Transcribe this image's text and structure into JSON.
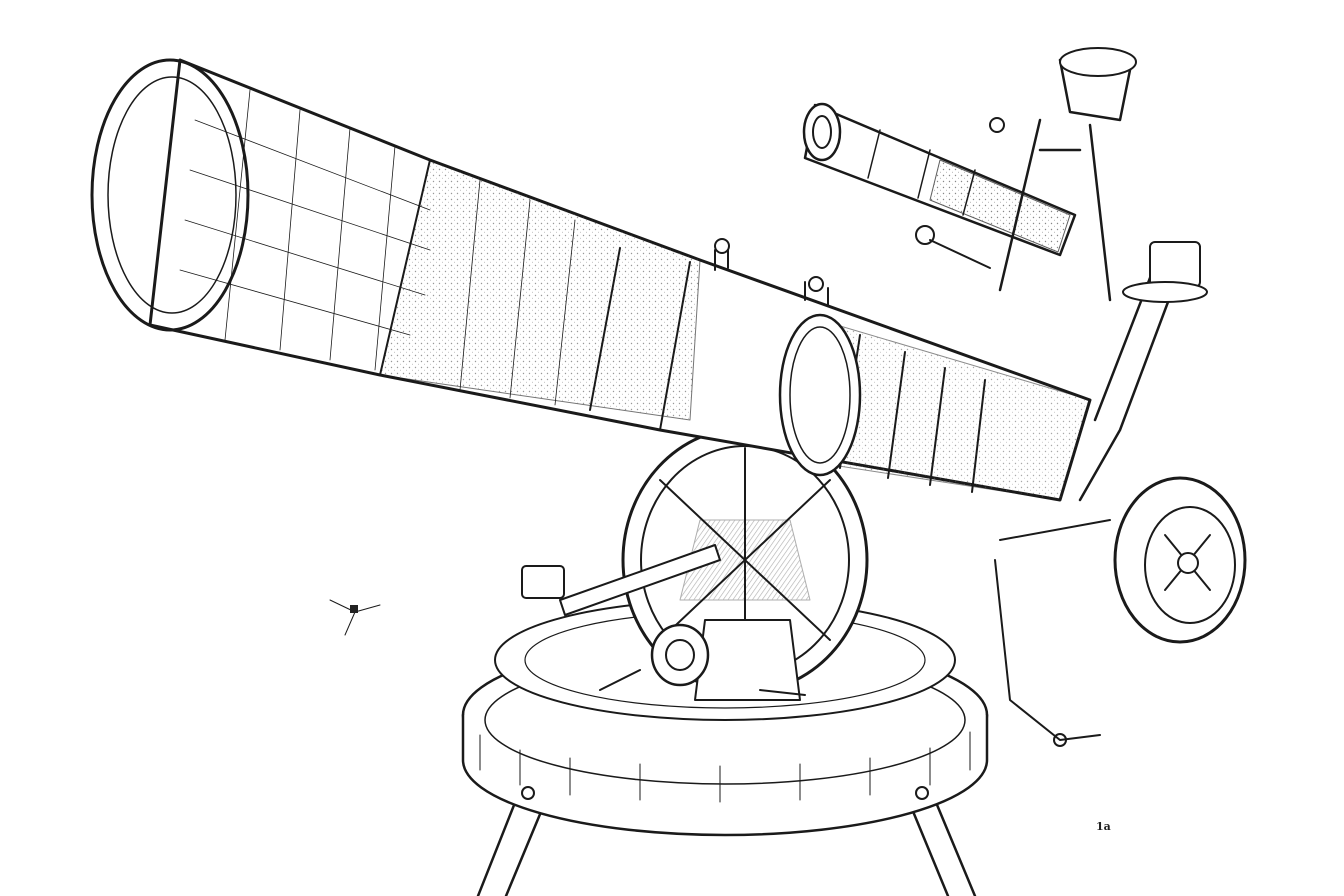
{
  "image": {
    "kind": "line-art illustration",
    "subject": "telescope-on-mount",
    "ink_color": "#1a1a1a",
    "background": "#ffffff"
  },
  "corner_mark": {
    "text": "1a"
  }
}
